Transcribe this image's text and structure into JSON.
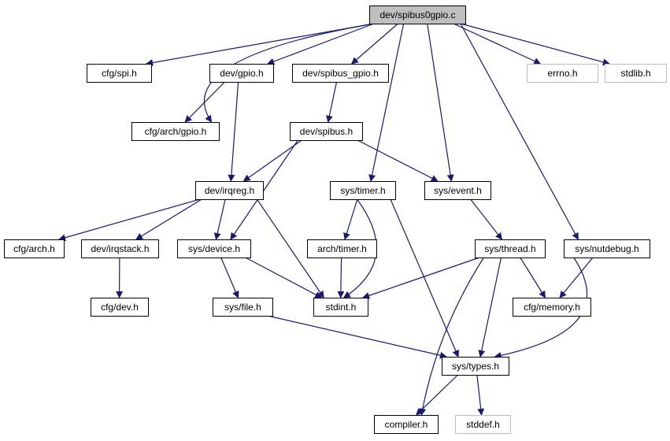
{
  "colors": {
    "edge": "#191970",
    "node_border": "#000000",
    "node_fill": "#ffffff",
    "root_fill": "#bfbfbf",
    "external_border": "#bfbfbf",
    "text": "#000000"
  },
  "nodes": [
    {
      "id": "root",
      "label": "dev/spibus0gpio.c",
      "kind": "root"
    },
    {
      "id": "cfg_spi",
      "label": "cfg/spi.h",
      "kind": "normal"
    },
    {
      "id": "dev_gpio",
      "label": "dev/gpio.h",
      "kind": "normal"
    },
    {
      "id": "dev_spibus_gpio",
      "label": "dev/spibus_gpio.h",
      "kind": "normal"
    },
    {
      "id": "errno",
      "label": "errno.h",
      "kind": "external"
    },
    {
      "id": "stdlib",
      "label": "stdlib.h",
      "kind": "external"
    },
    {
      "id": "cfg_arch_gpio",
      "label": "cfg/arch/gpio.h",
      "kind": "normal"
    },
    {
      "id": "dev_spibus",
      "label": "dev/spibus.h",
      "kind": "normal"
    },
    {
      "id": "dev_irqreg",
      "label": "dev/irqreg.h",
      "kind": "normal"
    },
    {
      "id": "sys_timer",
      "label": "sys/timer.h",
      "kind": "normal"
    },
    {
      "id": "sys_event",
      "label": "sys/event.h",
      "kind": "normal"
    },
    {
      "id": "cfg_arch",
      "label": "cfg/arch.h",
      "kind": "normal"
    },
    {
      "id": "dev_irqstack",
      "label": "dev/irqstack.h",
      "kind": "normal"
    },
    {
      "id": "sys_device",
      "label": "sys/device.h",
      "kind": "normal"
    },
    {
      "id": "arch_timer",
      "label": "arch/timer.h",
      "kind": "normal"
    },
    {
      "id": "sys_thread",
      "label": "sys/thread.h",
      "kind": "normal"
    },
    {
      "id": "sys_nutdebug",
      "label": "sys/nutdebug.h",
      "kind": "normal"
    },
    {
      "id": "cfg_dev",
      "label": "cfg/dev.h",
      "kind": "normal"
    },
    {
      "id": "sys_file",
      "label": "sys/file.h",
      "kind": "normal"
    },
    {
      "id": "stdint",
      "label": "stdint.h",
      "kind": "normal"
    },
    {
      "id": "cfg_memory",
      "label": "cfg/memory.h",
      "kind": "normal"
    },
    {
      "id": "sys_types",
      "label": "sys/types.h",
      "kind": "normal"
    },
    {
      "id": "compiler",
      "label": "compiler.h",
      "kind": "normal"
    },
    {
      "id": "stddef",
      "label": "stddef.h",
      "kind": "external"
    }
  ],
  "edges": [
    [
      "root",
      "cfg_spi"
    ],
    [
      "root",
      "cfg_arch_gpio"
    ],
    [
      "root",
      "dev_gpio"
    ],
    [
      "root",
      "dev_spibus_gpio"
    ],
    [
      "root",
      "sys_timer"
    ],
    [
      "root",
      "sys_event"
    ],
    [
      "root",
      "sys_nutdebug"
    ],
    [
      "root",
      "errno"
    ],
    [
      "root",
      "stdlib"
    ],
    [
      "dev_gpio",
      "cfg_arch_gpio"
    ],
    [
      "dev_gpio",
      "dev_irqreg"
    ],
    [
      "dev_spibus_gpio",
      "dev_spibus"
    ],
    [
      "dev_spibus",
      "dev_irqreg"
    ],
    [
      "dev_spibus",
      "sys_device"
    ],
    [
      "dev_spibus",
      "sys_event"
    ],
    [
      "dev_irqreg",
      "cfg_arch"
    ],
    [
      "dev_irqreg",
      "dev_irqstack"
    ],
    [
      "dev_irqreg",
      "sys_device"
    ],
    [
      "dev_irqreg",
      "stdint"
    ],
    [
      "sys_timer",
      "arch_timer"
    ],
    [
      "sys_timer",
      "stdint"
    ],
    [
      "sys_timer",
      "sys_types"
    ],
    [
      "sys_event",
      "sys_thread"
    ],
    [
      "dev_irqstack",
      "cfg_dev"
    ],
    [
      "sys_device",
      "sys_file"
    ],
    [
      "sys_device",
      "stdint"
    ],
    [
      "arch_timer",
      "stdint"
    ],
    [
      "sys_thread",
      "stdint"
    ],
    [
      "sys_thread",
      "cfg_memory"
    ],
    [
      "sys_thread",
      "sys_types"
    ],
    [
      "sys_thread",
      "compiler"
    ],
    [
      "sys_nutdebug",
      "cfg_memory"
    ],
    [
      "sys_nutdebug",
      "sys_types"
    ],
    [
      "sys_file",
      "sys_types"
    ],
    [
      "sys_types",
      "compiler"
    ],
    [
      "sys_types",
      "stddef"
    ]
  ]
}
